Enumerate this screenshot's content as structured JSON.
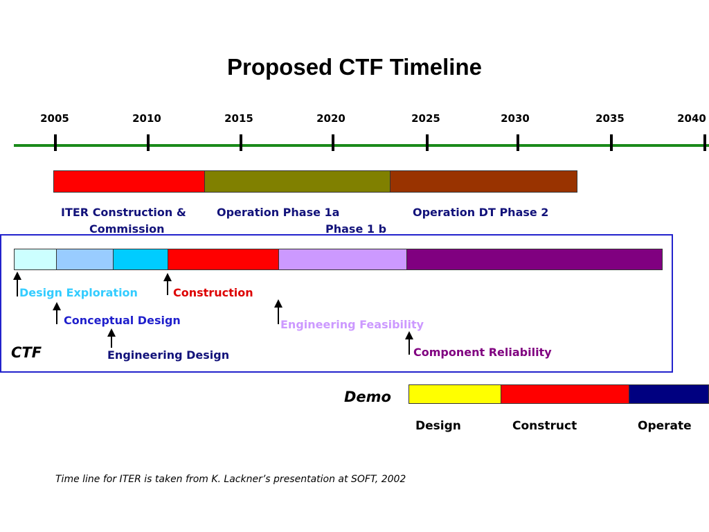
{
  "title": "Proposed CTF Timeline",
  "timeline": {
    "years": [
      "2005",
      "2010",
      "2015",
      "2020",
      "2025",
      "2030",
      "2035",
      "2040"
    ],
    "axis_color": "#1a8a1a"
  },
  "iter": {
    "phases": [
      {
        "color": "#ff0000",
        "label_line1": "ITER Construction &",
        "label_line2": "Commission"
      },
      {
        "color": "#808000",
        "label_line1": "Operation Phase 1a",
        "label_line2": "Phase 1 b"
      },
      {
        "color": "#993300",
        "label_line1": "Operation DT Phase 2"
      }
    ]
  },
  "ctf": {
    "name": "CTF",
    "box_color": "#2222cc",
    "phases": [
      {
        "color": "#ccffff",
        "label": "Design Exploration",
        "label_color": "#33ccff"
      },
      {
        "color": "#99ccff",
        "label": "Conceptual Design",
        "label_color": "#1f1fcc"
      },
      {
        "color": "#00ccff",
        "label": "Engineering Design",
        "label_color": "#12127a"
      },
      {
        "color": "#ff0000",
        "label": "Construction",
        "label_color": "#dd0000"
      },
      {
        "color": "#cc99ff",
        "label": "Engineering Feasibility",
        "label_color": "#cc99ff"
      },
      {
        "color": "#800080",
        "label": "Component Reliability",
        "label_color": "#800080"
      }
    ]
  },
  "demo": {
    "name": "Demo",
    "phases": [
      {
        "color": "#ffff00",
        "label": "Design"
      },
      {
        "color": "#ff0000",
        "label": "Construct"
      },
      {
        "color": "#000080",
        "label": "Operate"
      }
    ]
  },
  "footnote": "Time line for ITER is taken from K. Lackner’s presentation at SOFT, 2002"
}
